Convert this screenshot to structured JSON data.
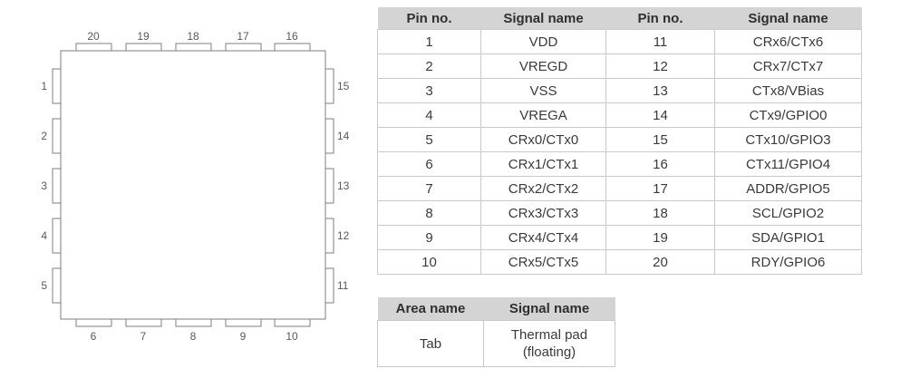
{
  "diagram": {
    "pins": {
      "top": [
        "20",
        "19",
        "18",
        "17",
        "16"
      ],
      "left": [
        "1",
        "2",
        "3",
        "4",
        "5"
      ],
      "right": [
        "15",
        "14",
        "13",
        "12",
        "11"
      ],
      "bottom": [
        "6",
        "7",
        "8",
        "9",
        "10"
      ]
    }
  },
  "pin_table": {
    "headers": [
      "Pin no.",
      "Signal name",
      "Pin no.",
      "Signal name"
    ],
    "rows": [
      [
        "1",
        "VDD",
        "11",
        "CRx6/CTx6"
      ],
      [
        "2",
        "VREGD",
        "12",
        "CRx7/CTx7"
      ],
      [
        "3",
        "VSS",
        "13",
        "CTx8/VBias"
      ],
      [
        "4",
        "VREGA",
        "14",
        "CTx9/GPIO0"
      ],
      [
        "5",
        "CRx0/CTx0",
        "15",
        "CTx10/GPIO3"
      ],
      [
        "6",
        "CRx1/CTx1",
        "16",
        "CTx11/GPIO4"
      ],
      [
        "7",
        "CRx2/CTx2",
        "17",
        "ADDR/GPIO5"
      ],
      [
        "8",
        "CRx3/CTx3",
        "18",
        "SCL/GPIO2"
      ],
      [
        "9",
        "CRx4/CTx4",
        "19",
        "SDA/GPIO1"
      ],
      [
        "10",
        "CRx5/CTx5",
        "20",
        "RDY/GPIO6"
      ]
    ]
  },
  "area_table": {
    "headers": [
      "Area name",
      "Signal name"
    ],
    "rows": [
      [
        "Tab",
        "Thermal pad\n(floating)"
      ]
    ]
  },
  "colors": {
    "table_header_bg": "#d4d4d4",
    "table_border": "#c9c9c9",
    "table_text": "#3a3a3a",
    "diagram_stroke": "#7f7f7f",
    "diagram_text": "#595959"
  }
}
